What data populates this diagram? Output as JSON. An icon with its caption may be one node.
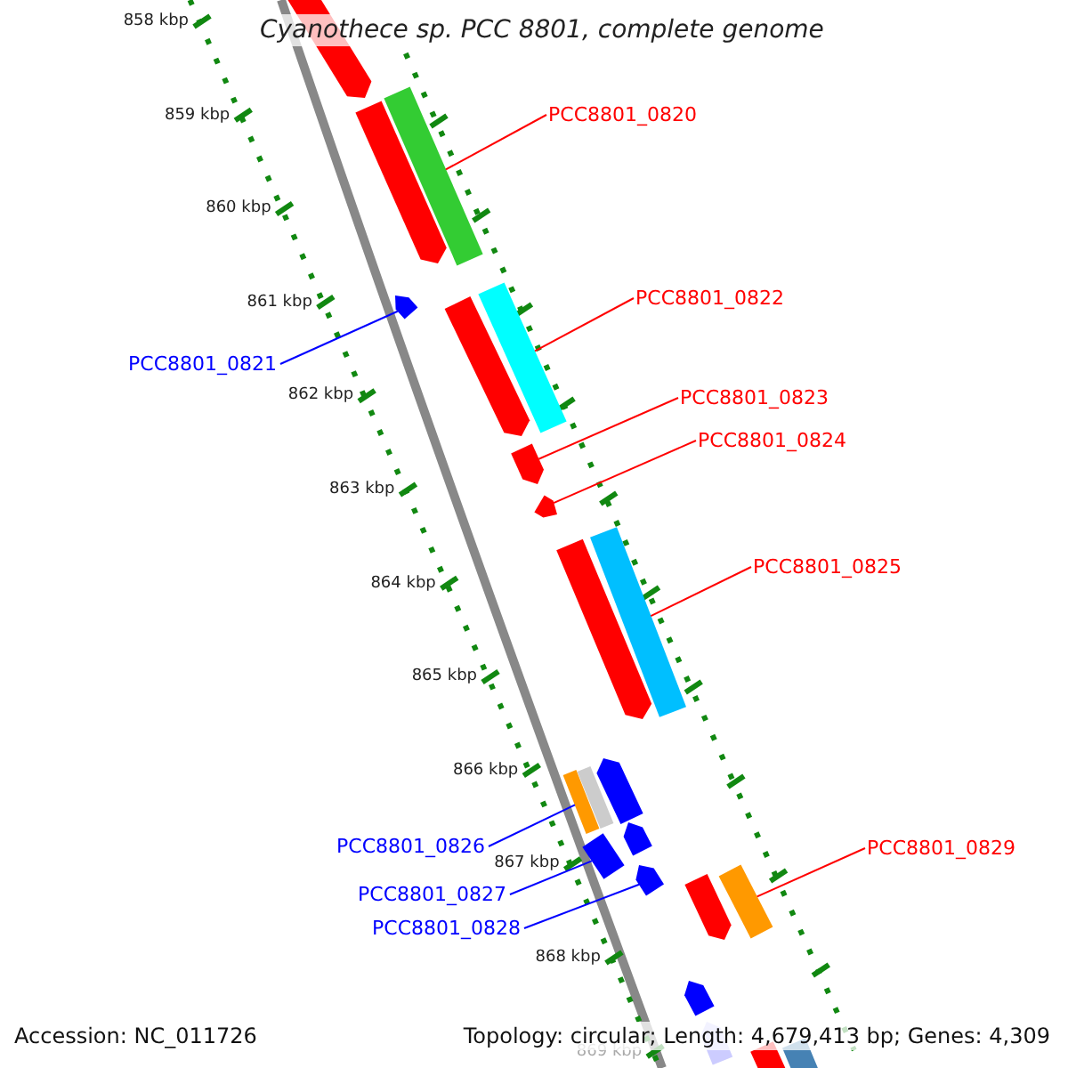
{
  "diagram": {
    "title": "Cyanothece sp. PCC 8801, complete genome",
    "nodes": [
      {
        "text": [
          "PCC8801_0820"
        ]
      },
      {
        "text": [
          "PCC8801_0822"
        ]
      },
      {
        "text": [
          "PCC8801_0821"
        ]
      },
      {
        "text": [
          "PCC8801_0823"
        ]
      },
      {
        "text": [
          "PCC8801_0824"
        ]
      },
      {
        "text": [
          "PCC8801_0825"
        ]
      },
      {
        "text": [
          "PCC8801_0829"
        ]
      },
      {
        "text": [
          "PCC8801_0826"
        ]
      },
      {
        "text": [
          "PCC8801_0827"
        ]
      },
      {
        "text": [
          "PCC8801_0828"
        ]
      },
      {
        "text": [],
        "shape": "bar"
      },
      {
        "text": [],
        "shape": "bar"
      },
      {
        "text": [],
        "shape": "bar"
      },
      {
        "text": [],
        "shape": "bar"
      },
      {
        "text": [],
        "shape": "bar"
      },
      {
        "text": [],
        "shape": "bar"
      },
      {
        "text": [],
        "shape": "bar"
      },
      {
        "text": [],
        "shape": "bar"
      },
      {
        "text": [],
        "shape": "bar"
      },
      {
        "text": [],
        "shape": "bar"
      },
      {
        "text": [],
        "shape": "bar"
      },
      {
        "text": [],
        "shape": "bar"
      },
      {
        "text": [],
        "shape": "bar"
      },
      {
        "text": [],
        "shape": "bar"
      },
      {
        "text": [],
        "shape": "bar"
      },
      {
        "text": [],
        "shape": "bar"
      },
      {
        "text": [],
        "shape": "bar"
      },
      {
        "text": [],
        "shape": "bar"
      },
      {
        "text": [],
        "shape": "bar"
      },
      {
        "text": [],
        "shape": "bar"
      },
      {
        "text": [],
        "shape": "bar"
      },
      {
        "text": [],
        "shape": "bar"
      }
    ],
    "edges": [
      {
        "from": 0,
        "to": 11,
        "arrow": "none"
      },
      {
        "from": 1,
        "to": 14,
        "arrow": "none"
      },
      {
        "from": 2,
        "to": 13,
        "arrow": "none",
        "color": "#0000ff"
      },
      {
        "from": 3,
        "to": 16,
        "arrow": "none"
      },
      {
        "from": 4,
        "to": 17,
        "arrow": "none"
      },
      {
        "from": 5,
        "to": 18,
        "arrow": "none"
      },
      {
        "from": 6,
        "to": 26,
        "arrow": "none"
      },
      {
        "from": 7,
        "to": 22,
        "arrow": "none",
        "color": "#0000ff"
      },
      {
        "from": 8,
        "to": 24,
        "arrow": "none",
        "color": "#0000ff"
      },
      {
        "from": 9,
        "to": 25,
        "arrow": "none",
        "color": "#0000ff"
      }
    ],
    "labels": [
      "858 kbp",
      "859 kbp",
      "860 kbp",
      "861 kbp",
      "862 kbp",
      "863 kbp",
      "864 kbp",
      "865 kbp",
      "866 kbp",
      "867 kbp",
      "868 kbp",
      "869 kbp",
      "Accession: NC_011726",
      "Topology: circular; Length: 4,679,413 bp; Genes: 4,309"
    ]
  }
}
